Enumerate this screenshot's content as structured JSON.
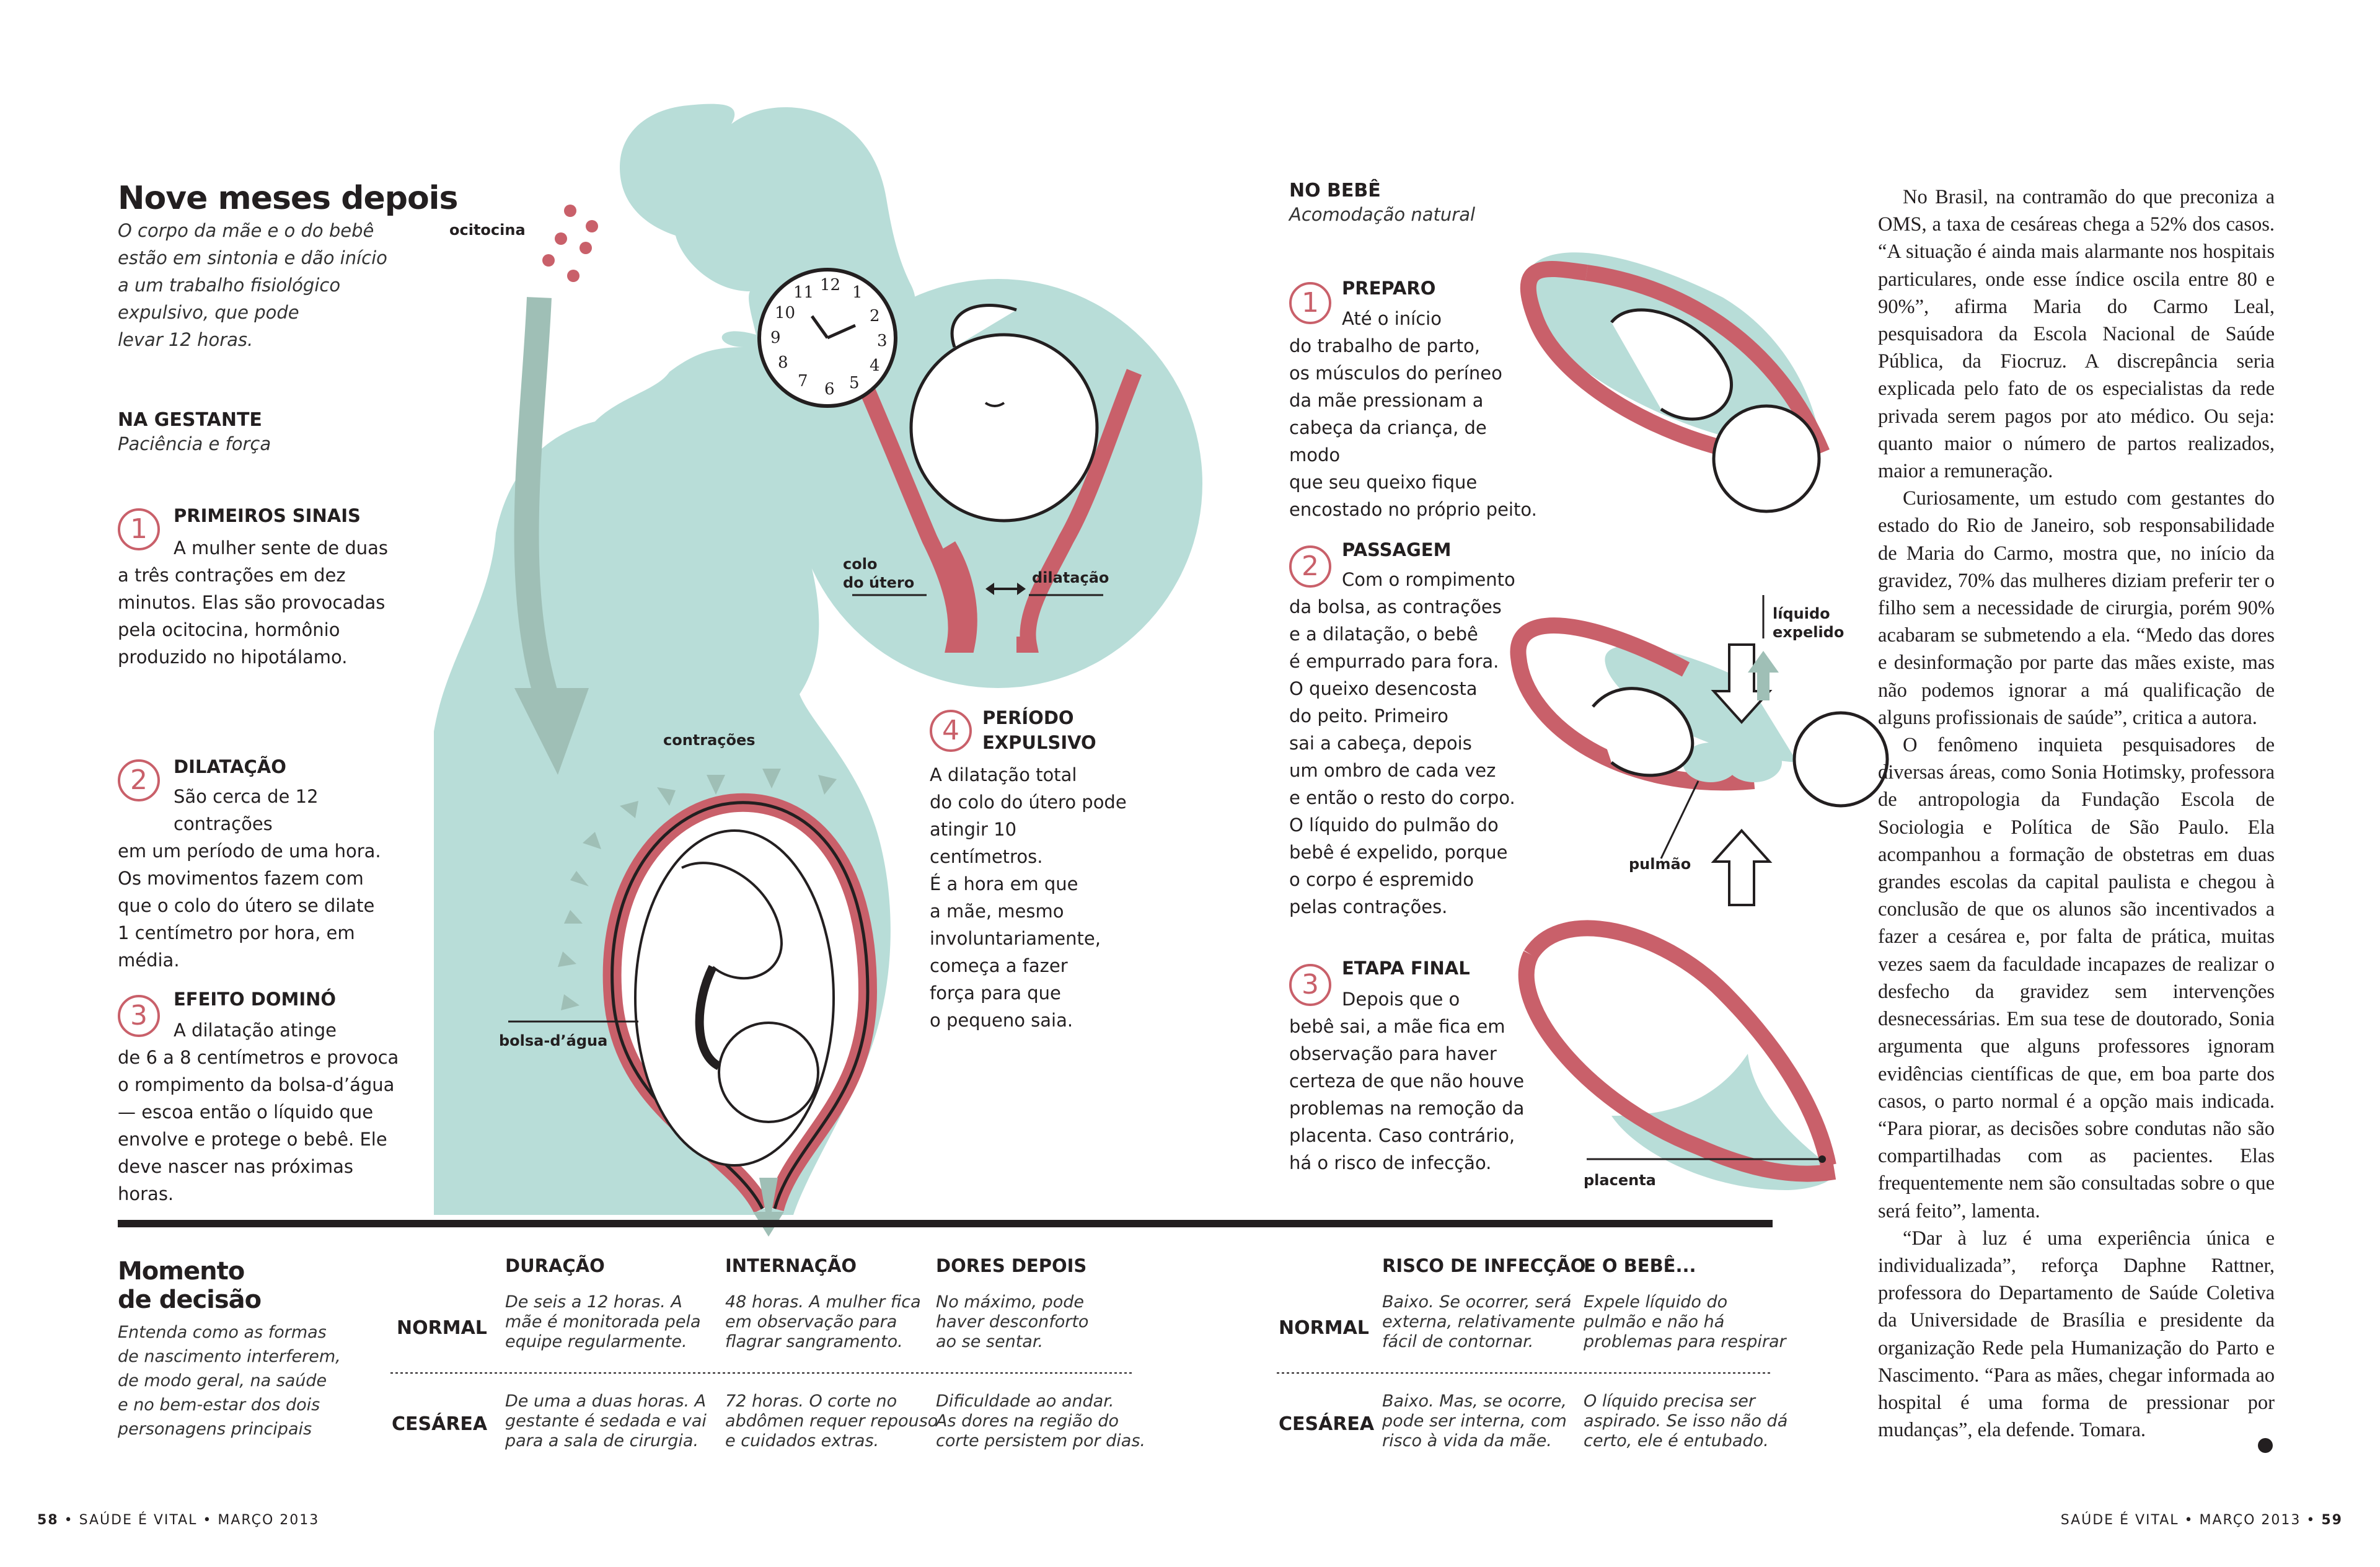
{
  "left": {
    "title": "Nove meses depois",
    "intro": [
      "O corpo da mãe e o do bebê",
      "estão em sintonia e dão início",
      "a um trabalho fisiológico",
      "expulsivo, que pode",
      "levar 12 horas."
    ],
    "section": "NA GESTANTE",
    "section_sub": "Paciência e força",
    "steps": [
      {
        "num": "1",
        "title": "PRIMEIROS SINAIS",
        "lines": [
          "A mulher sente de duas",
          "a três contrações em dez",
          "minutos. Elas são provocadas",
          "pela ocitocina, hormônio",
          "produzido no hipotálamo."
        ]
      },
      {
        "num": "2",
        "title": "DILATAÇÃO",
        "lines": [
          "São cerca de 12 contrações",
          "em um período de uma hora.",
          "Os movimentos fazem com",
          "que o colo do útero se dilate",
          "1 centímetro por hora, em média."
        ]
      },
      {
        "num": "3",
        "title": "EFEITO DOMINÓ",
        "lines": [
          "A dilatação atinge",
          "de 6 a 8 centímetros e provoca",
          "o rompimento da bolsa-d’água",
          "— escoa então o líquido que",
          "envolve e protege o bebê. Ele",
          "deve nascer nas próximas horas."
        ]
      },
      {
        "num": "4",
        "title1": "PERÍODO",
        "title2": "EXPULSIVO",
        "lines": [
          "A dilatação total",
          "do colo do útero pode",
          "atingir 10 centímetros.",
          "É a hora em que",
          "a mãe, mesmo",
          "involuntariamente,",
          "começa a fazer",
          "força para que",
          "o pequeno saia."
        ]
      }
    ],
    "labels": {
      "ocitocina": "ocitocina",
      "contracoes": "contrações",
      "bolsa": "bolsa-d’água",
      "colo": "colo",
      "do_utero": "do útero",
      "dilatacao": "dilatação"
    },
    "clock_numbers": [
      "12",
      "1",
      "2",
      "3",
      "4",
      "5",
      "6",
      "7",
      "8",
      "9",
      "10",
      "11"
    ]
  },
  "right": {
    "section": "NO BEBÊ",
    "section_sub": "Acomodação natural",
    "steps": [
      {
        "num": "1",
        "title": "PREPARO",
        "lines": [
          "Até o início",
          "do trabalho de parto,",
          "os músculos do períneo",
          "da mãe pressionam a",
          "cabeça da criança, de modo",
          "que seu queixo fique",
          "encostado no próprio peito."
        ]
      },
      {
        "num": "2",
        "title": "PASSAGEM",
        "lines": [
          "Com o rompimento",
          "da bolsa, as contrações",
          "e a dilatação, o bebê",
          "é empurrado para fora.",
          "O queixo desencosta",
          "do peito. Primeiro",
          "sai a cabeça, depois",
          "um ombro de cada vez",
          "e então o resto do corpo.",
          "O líquido do pulmão do",
          "bebê é expelido, porque",
          "o corpo é espremido",
          "pelas contrações."
        ]
      },
      {
        "num": "3",
        "title": "ETAPA FINAL",
        "lines": [
          "Depois que o",
          "bebê sai, a mãe fica em",
          "observação para haver",
          "certeza de que não houve",
          "problemas na remoção da",
          "placenta. Caso contrário,",
          "há o risco de infecção."
        ]
      }
    ],
    "labels": {
      "liquido": "líquido",
      "expelido": "expelido",
      "pulmao": "pulmão",
      "placenta": "placenta"
    }
  },
  "article": {
    "paragraphs": [
      "No Brasil, na contramão do que preconiza a OMS, a taxa de cesáreas chega a 52% dos casos. “A situação é ainda mais alarmante nos hospitais particulares, onde esse índice oscila entre 80 e 90%”, afirma Maria do Carmo Leal, pesquisadora da Escola Nacional de Saúde Pública, da Fiocruz. A discrepância seria explicada pelo fato de os especialistas da rede privada serem pagos por ato médico. Ou seja: quanto maior o número de partos realizados, maior a remuneração.",
      "Curiosamente, um estudo com gestantes do estado do Rio de Janeiro, sob responsabilidade de Maria do Carmo, mostra que, no início da gravidez, 70% das mulheres diziam preferir ter o filho sem a necessidade de cirurgia, porém 90% acabaram se submetendo a ela. “Medo das dores e desinformação por parte das mães existe, mas não podemos ignorar a má qualificação de alguns profissionais de saúde”, critica a autora.",
      "O fenômeno inquieta pesquisadores de diversas áreas, como Sonia Hotimsky, professora de antropologia da Fundação Escola de Sociologia e Política de São Paulo. Ela acompanhou a formação de obstetras em duas grandes escolas da capital paulista e chegou à conclusão de que os alunos são incentivados a fazer a cesárea e, por falta de prática, muitas vezes saem da faculdade incapazes de realizar o desfecho da gravidez sem intervenções desnecessárias. Em sua tese de doutorado, Sonia argumenta que alguns professores ignoram evidências científicas de que, em boa parte dos casos, o parto normal é a opção mais indicada. “Para piorar, as decisões sobre condutas não são compartilhadas com as pacientes. Elas frequentemente nem são consultadas sobre o que será feito”, lamenta.",
      "“Dar à luz é uma experiência única e individualizada”, reforça Daphne Rattner, professora do Departamento de Saúde Coletiva da Universidade de Brasília e presidente da organização Rede pela Humanização do Parto e Nascimento. “Para as mães, chegar informada ao hospital é uma forma de pressionar por mudanças”, ela defende. Tomara."
    ]
  },
  "table": {
    "title1": "Momento",
    "title2": "de decisão",
    "desc": [
      "Entenda como as formas",
      "de nascimento interferem,",
      "de modo geral, na saúde",
      "e no bem-estar dos dois",
      "personagens principais"
    ],
    "row_labels": [
      "NORMAL",
      "CESÁREA"
    ],
    "left_cols": [
      {
        "head": "DURAÇÃO",
        "normal": [
          "De seis a 12 horas. A",
          "mãe é monitorada pela",
          "equipe regularmente."
        ],
        "cesarea": [
          "De uma a duas horas. A",
          "gestante é sedada e vai",
          "para a sala de cirurgia."
        ]
      },
      {
        "head": "INTERNAÇÃO",
        "normal": [
          "48 horas. A mulher fica",
          "em observação para",
          "flagrar sangramento."
        ],
        "cesarea": [
          "72 horas. O corte no",
          "abdômen requer repouso",
          "e cuidados extras."
        ]
      },
      {
        "head": "DORES DEPOIS",
        "normal": [
          "No máximo, pode",
          "haver desconforto",
          "ao se sentar."
        ],
        "cesarea": [
          "Dificuldade ao andar.",
          "As dores na região do",
          "corte persistem por dias."
        ]
      }
    ],
    "right_cols": [
      {
        "head": "RISCO DE INFECÇÃO",
        "normal": [
          "Baixo. Se ocorrer, será",
          "externa, relativamente",
          "fácil de contornar."
        ],
        "cesarea": [
          "Baixo. Mas, se ocorre,",
          "pode ser interna, com",
          "risco à vida da mãe."
        ]
      },
      {
        "head": "E O BEBÊ...",
        "normal": [
          "Expele líquido do",
          "pulmão e não há",
          "problemas para respirar"
        ],
        "cesarea": [
          "O líquido precisa ser",
          "aspirado. Se isso não dá",
          "certo, ele é entubado."
        ]
      }
    ]
  },
  "footer": {
    "left_page": "58",
    "left_text": "SAÚDE É VITAL • MARÇO 2013",
    "right_text": "SAÚDE É VITAL • MARÇO 2013",
    "right_page": "59"
  },
  "colors": {
    "teal": "#b8ddd8",
    "rose": "#c9606a",
    "dark": "#231f20",
    "arrow": "#9fbfb6"
  }
}
